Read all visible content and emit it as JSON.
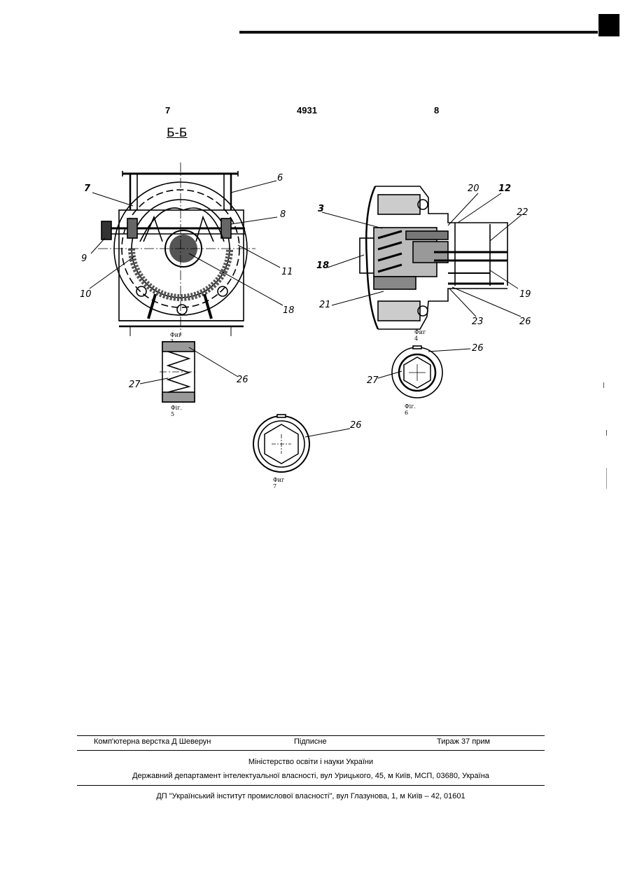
{
  "header": {
    "page_left": "7",
    "patent_number": "4931",
    "page_right": "8"
  },
  "section_label": "Б-Б",
  "figures": {
    "fig3": {
      "caption": "Фиг 3",
      "labels": {
        "l7": "7",
        "l6": "6",
        "l8": "8",
        "l9": "9",
        "l11": "11",
        "l10": "10",
        "l18": "18"
      }
    },
    "fig4": {
      "caption": "Фиг 4",
      "labels": {
        "l20": "20",
        "l12": "12",
        "l3": "3",
        "l22": "22",
        "l18": "18",
        "l19": "19",
        "l21": "21",
        "l23": "23",
        "l26": "26"
      }
    },
    "fig5": {
      "caption": "Фіг. 5",
      "labels": {
        "l27": "27",
        "l26": "26"
      }
    },
    "fig6": {
      "caption": "Фіг. 6",
      "labels": {
        "l26": "26",
        "l27": "27"
      }
    },
    "fig7": {
      "caption": "Фиг 7",
      "labels": {
        "l26": "26"
      }
    }
  },
  "footer": {
    "typesetting": "Комп'ютерна верстка Д  Шеверун",
    "signed": "Підписне",
    "circulation": "Тираж 37 прим",
    "ministry": "Міністерство освіти і науки України",
    "department": "Державний департамент інтелектуальної власності, вул  Урицького, 45, м  Київ, МСП, 03680, Україна",
    "institute": "ДП \"Український інститут промислової власності\", вул  Глазунова, 1, м  Київ – 42, 01601"
  }
}
